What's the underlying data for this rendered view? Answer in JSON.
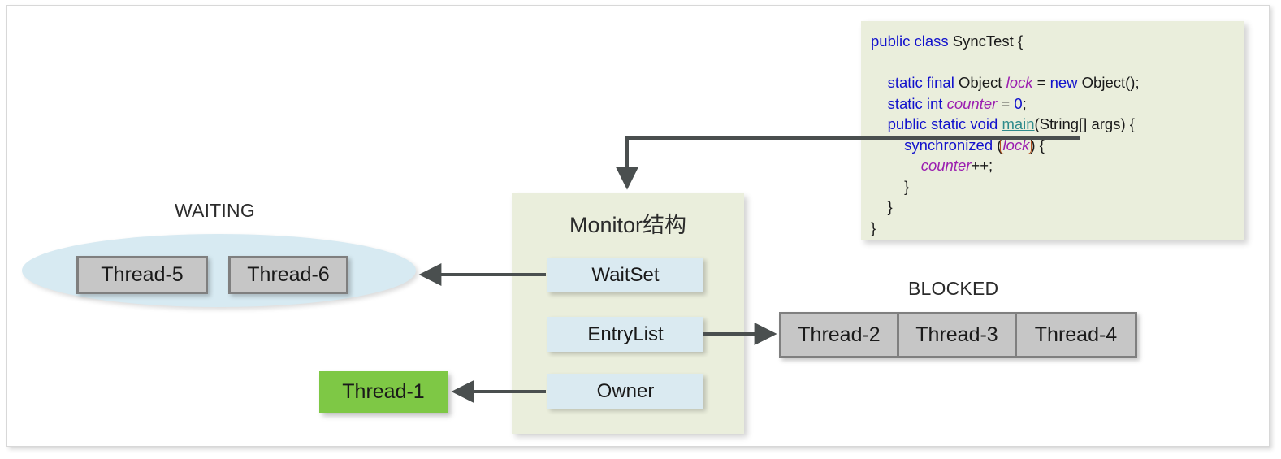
{
  "diagram": {
    "title": "Java Monitor / synchronized thread state diagram",
    "colors": {
      "monitor_bg": "#eaeedc",
      "inner_box": "#daeaf1",
      "waiting_ellipse": "#d7eaf2",
      "thread_gray": "#c6c6c6",
      "thread_border": "#7f7f7f",
      "owner_green": "#7ec845",
      "arrow": "#4a4f4f",
      "keyword": "#1111cc",
      "identifier": "#9b1fb0",
      "method": "#2e8b8b",
      "highlight_outline": "#b5511f"
    }
  },
  "waiting": {
    "label": "WAITING",
    "threads": [
      {
        "label": "Thread-5"
      },
      {
        "label": "Thread-6"
      }
    ]
  },
  "blocked": {
    "label": "BLOCKED",
    "threads": [
      {
        "label": "Thread-2"
      },
      {
        "label": "Thread-3"
      },
      {
        "label": "Thread-4"
      }
    ]
  },
  "owner_thread": {
    "label": "Thread-1"
  },
  "monitor": {
    "title": "Monitor结构",
    "slots": [
      {
        "label": "WaitSet"
      },
      {
        "label": "EntryList"
      },
      {
        "label": "Owner"
      }
    ]
  },
  "code": {
    "lines": [
      {
        "tokens": [
          {
            "text": "public class ",
            "style": "kw"
          },
          {
            "text": "SyncTest {",
            "style": "plain"
          }
        ]
      },
      {
        "tokens": []
      },
      {
        "tokens": [
          {
            "text": "    ",
            "style": "plain"
          },
          {
            "text": "static final ",
            "style": "kw"
          },
          {
            "text": "Object ",
            "style": "plain"
          },
          {
            "text": "lock",
            "style": "var"
          },
          {
            "text": " = ",
            "style": "plain"
          },
          {
            "text": "new ",
            "style": "kw"
          },
          {
            "text": "Object();",
            "style": "plain"
          }
        ]
      },
      {
        "tokens": [
          {
            "text": "    ",
            "style": "plain"
          },
          {
            "text": "static int ",
            "style": "kw"
          },
          {
            "text": "counter",
            "style": "var"
          },
          {
            "text": " = ",
            "style": "plain"
          },
          {
            "text": "0",
            "style": "num"
          },
          {
            "text": ";",
            "style": "plain"
          }
        ]
      },
      {
        "tokens": [
          {
            "text": "    ",
            "style": "plain"
          },
          {
            "text": "public static void ",
            "style": "kw"
          },
          {
            "text": "main",
            "style": "mth"
          },
          {
            "text": "(String[] args) {",
            "style": "plain"
          }
        ]
      },
      {
        "tokens": [
          {
            "text": "        ",
            "style": "plain"
          },
          {
            "text": "synchronized ",
            "style": "kw"
          },
          {
            "text": "(",
            "style": "plain"
          },
          {
            "text": "lock",
            "style": "var-hl"
          },
          {
            "text": ") {",
            "style": "plain"
          }
        ]
      },
      {
        "tokens": [
          {
            "text": "            ",
            "style": "plain"
          },
          {
            "text": "counter",
            "style": "var"
          },
          {
            "text": "++;",
            "style": "plain"
          }
        ]
      },
      {
        "tokens": [
          {
            "text": "        }",
            "style": "plain"
          }
        ]
      },
      {
        "tokens": [
          {
            "text": "    }",
            "style": "plain"
          }
        ]
      },
      {
        "tokens": [
          {
            "text": "}",
            "style": "plain"
          }
        ]
      }
    ]
  },
  "arrows": [
    {
      "name": "waitset-to-waiting",
      "from": "WaitSet",
      "to": "WAITING ellipse",
      "direction": "left"
    },
    {
      "name": "entrylist-to-blocked",
      "from": "EntryList",
      "to": "BLOCKED queue",
      "direction": "right"
    },
    {
      "name": "owner-to-thread1",
      "from": "Owner",
      "to": "Thread-1",
      "direction": "left"
    },
    {
      "name": "code-to-monitor",
      "from": "synchronized (lock)",
      "to": "Monitor结构",
      "direction": "down"
    }
  ]
}
